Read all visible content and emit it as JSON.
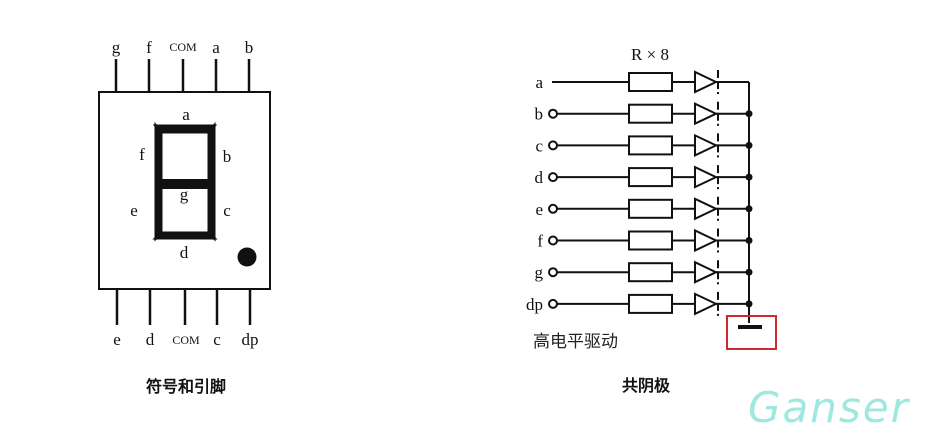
{
  "left_diagram": {
    "top_pins": [
      "g",
      "f",
      "COM",
      "a",
      "b"
    ],
    "bottom_pins": [
      "e",
      "d",
      "COM",
      "c",
      "dp"
    ],
    "segments": {
      "a": "a",
      "b": "b",
      "c": "c",
      "d": "d",
      "e": "e",
      "f": "f",
      "g": "g"
    },
    "caption": "符号和引脚"
  },
  "right_diagram": {
    "resistor_label": "R × 8",
    "inputs": [
      "a",
      "b",
      "c",
      "d",
      "e",
      "f",
      "g",
      "dp"
    ],
    "drive_label": "高电平驱动",
    "caption": "共阴极",
    "highlight_color": "#d0282e"
  },
  "watermark": "Ganser"
}
